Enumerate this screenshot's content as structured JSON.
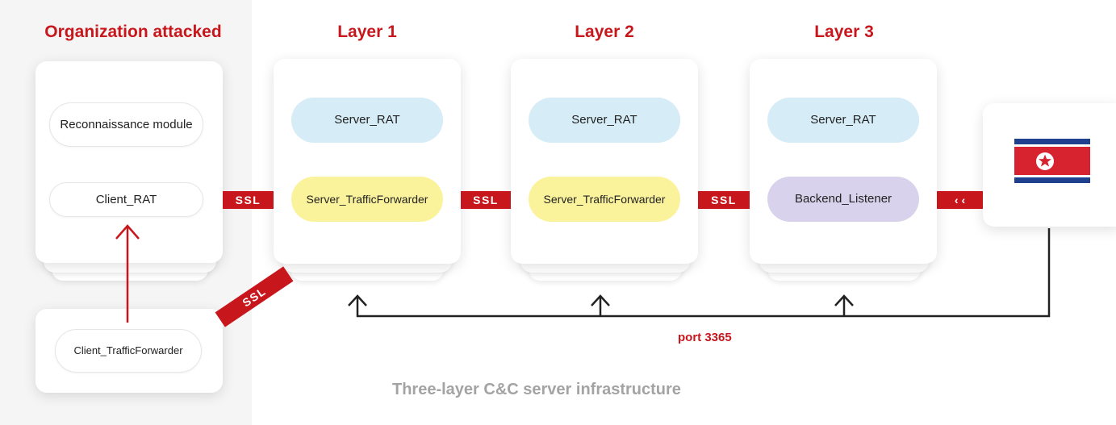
{
  "headings": {
    "org": "Organization attacked",
    "layer1": "Layer 1",
    "layer2": "Layer 2",
    "layer3": "Layer 3"
  },
  "org": {
    "recon": "Reconnaissance module",
    "client_rat": "Client_RAT",
    "client_forwarder": "Client_TrafficForwarder"
  },
  "layers": [
    {
      "top": "Server_RAT",
      "bottom": "Server_TrafficForwarder",
      "bottom_color": "yellow"
    },
    {
      "top": "Server_RAT",
      "bottom": "Server_TrafficForwarder",
      "bottom_color": "yellow"
    },
    {
      "top": "Server_RAT",
      "bottom": "Backend_Listener",
      "bottom_color": "purple"
    }
  ],
  "links": {
    "ssl": "SSL",
    "chevrons": "‹ ‹"
  },
  "port_label": "port 3365",
  "caption": "Three-layer C&C server infrastructure",
  "colors": {
    "accent_red": "#c8161d",
    "pill_blue": "#d6ecf7",
    "pill_yellow": "#fbf39c",
    "pill_purple": "#d8d2ec"
  },
  "icons": {
    "origin": "north-korea-flag-icon"
  }
}
